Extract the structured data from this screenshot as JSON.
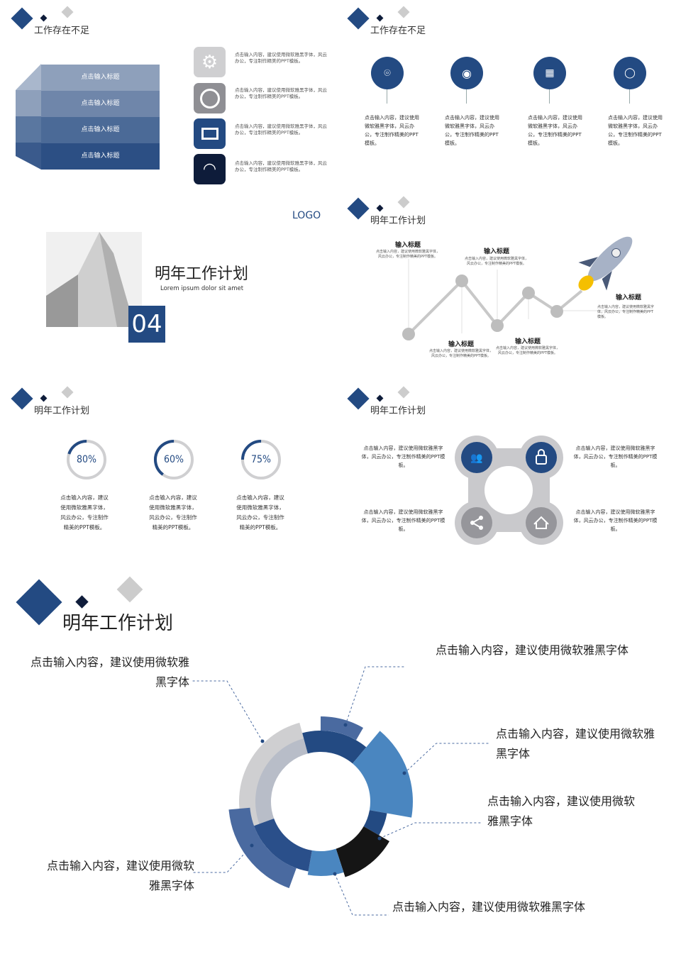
{
  "slide1": {
    "title": "工作存在不足",
    "steps": [
      "点击输入标题",
      "点击输入标题",
      "点击输入标题",
      "点击输入标题"
    ],
    "items": [
      {
        "icon": "gears-icon",
        "text": "点击输入内容，建议使用微软雅黑字体，风云办公，专注制作精美的PPT模板。",
        "color": "#cfcfd1"
      },
      {
        "icon": "compass-icon",
        "text": "点击输入内容，建议使用微软雅黑字体，风云办公，专注制作精美的PPT模板。",
        "color": "#8f8f94"
      },
      {
        "icon": "monitor-icon",
        "text": "点击输入内容，建议使用微软雅黑字体，风云办公，专注制作精美的PPT模板。",
        "color": "#234a82"
      },
      {
        "icon": "wifi-icon",
        "text": "点击输入内容，建议使用微软雅黑字体，风云办公，专注制作精美的PPT模板。",
        "color": "#0e1c3a"
      }
    ]
  },
  "slide2": {
    "title": "工作存在不足",
    "pins": [
      {
        "icon": "location-icon",
        "text": "点击输入内容，建议使用微软雅黑字体，风云办公，专注制作精美的PPT模板。"
      },
      {
        "icon": "eye-icon",
        "text": "点击输入内容，建议使用微软雅黑字体，风云办公，专注制作精美的PPT模板。"
      },
      {
        "icon": "calendar-icon",
        "text": "点击输入内容，建议使用微软雅黑字体，风云办公，专注制作精美的PPT模板。"
      },
      {
        "icon": "chat-icon",
        "text": "点击输入内容，建议使用微软雅黑字体，风云办公，专注制作精美的PPT模板。"
      }
    ]
  },
  "slide3": {
    "logo": "LOGO",
    "title": "明年工作计划",
    "subtitle": "Lorem ipsum dolor sit amet",
    "number": "04"
  },
  "slide4": {
    "title": "明年工作计划",
    "milestones": [
      {
        "heading": "输入标题",
        "text": "点击输入内容，建议使用微软雅黑字体，风云办公，专注制作精美的PPT模板。"
      },
      {
        "heading": "输入标题",
        "text": "点击输入内容，建议使用微软雅黑字体，风云办公，专注制作精美的PPT模板。"
      },
      {
        "heading": "输入标题",
        "text": "点击输入内容，建议使用微软雅黑字体，风云办公，专注制作精美的PPT模板。"
      },
      {
        "heading": "输入标题",
        "text": "点击输入内容，建议使用微软雅黑字体，风云办公，专注制作精美的PPT模板。"
      },
      {
        "heading": "输入标题",
        "text": "点击输入内容，建议使用微软雅黑字体，风云办公，专注制作精美的PPT模板。"
      }
    ]
  },
  "slide5": {
    "title": "明年工作计划",
    "rings": [
      {
        "label": "80%",
        "fill": 0.2,
        "text": "点击输入内容，建议使用微软雅黑字体，风云办公，专注制作精美的PPT模板。"
      },
      {
        "label": "60%",
        "fill": 0.4,
        "text": "点击输入内容，建议使用微软雅黑字体，风云办公，专注制作精美的PPT模板。"
      },
      {
        "label": "75%",
        "fill": 0.25,
        "text": "点击输入内容，建议使用微软雅黑字体，风云办公，专注制作精美的PPT模板。"
      }
    ]
  },
  "slide6": {
    "title": "明年工作计划",
    "texts": [
      "点击输入内容，建议使用微软雅黑字体，风云办公，专注制作精美的PPT模板。",
      "点击输入内容，建议使用微软雅黑字体，风云办公，专注制作精美的PPT模板。",
      "点击输入内容，建议使用微软雅黑字体，风云办公，专注制作精美的PPT模板。",
      "点击输入内容，建议使用微软雅黑字体，风云办公，专注制作精美的PPT模板。"
    ],
    "icons": [
      "team-icon",
      "lock-icon",
      "share-icon",
      "home-icon"
    ]
  },
  "slide7": {
    "title": "明年工作计划",
    "labels": [
      "点击输入内容，建议使用微软雅黑字体",
      "点击输入内容，建议使用微软雅黑字体",
      "点击输入内容，建议使用微软雅黑字体",
      "点击输入内容，建议使用微软雅黑字体",
      "点击输入内容，建议使用微软雅黑字体",
      "点击输入内容，建议使用微软雅黑字体"
    ]
  },
  "colors": {
    "navy": "#234a82",
    "gray": "#c8c8cc",
    "dark": "#0e1c3a"
  }
}
